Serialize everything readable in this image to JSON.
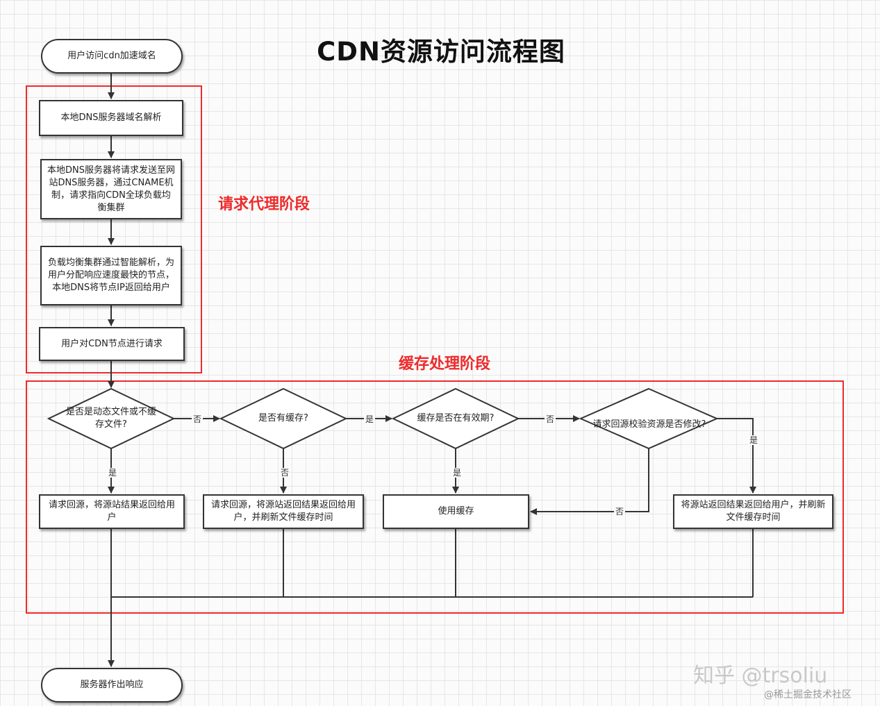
{
  "title": "CDN资源访问流程图",
  "stages": {
    "request_proxy": "请求代理阶段",
    "cache_processing": "缓存处理阶段"
  },
  "nodes": {
    "start": "用户访问cdn加速域名",
    "local_dns_parse": "本地DNS服务器域名解析",
    "local_dns_forward": "本地DNS服务器将请求发送至网站DNS服务器，通过CNAME机制，请求指向CDN全球负载均衡集群",
    "load_balance": "负载均衡集群通过智能解析，为用户分配响应速度最快的节点，本地DNS将节点IP返回给用户",
    "user_request_node": "用户对CDN节点进行请求",
    "is_dynamic": "是否是动态文件或不缓存文件?",
    "has_cache": "是否有缓存?",
    "cache_valid": "缓存是否在有效期?",
    "origin_modified": "请求回源校验资源是否修改?",
    "origin_return": "请求回源，将源站结果返回给用户",
    "origin_return_refresh": "请求回源，将源站返回结果返回给用户，并刷新文件缓存时间",
    "use_cache": "使用缓存",
    "origin_result_refresh": "将源站返回结果返回给用户，并刷新文件缓存时间",
    "end": "服务器作出响应"
  },
  "edge_labels": {
    "yes": "是",
    "no": "否"
  },
  "watermark": {
    "zhihu": "知乎 @trsoliu",
    "juejin": "@稀土掘金技术社区"
  },
  "colors": {
    "stage_border": "#ee2a2a",
    "stage_text": "#ee2a2a",
    "line": "#333333"
  }
}
